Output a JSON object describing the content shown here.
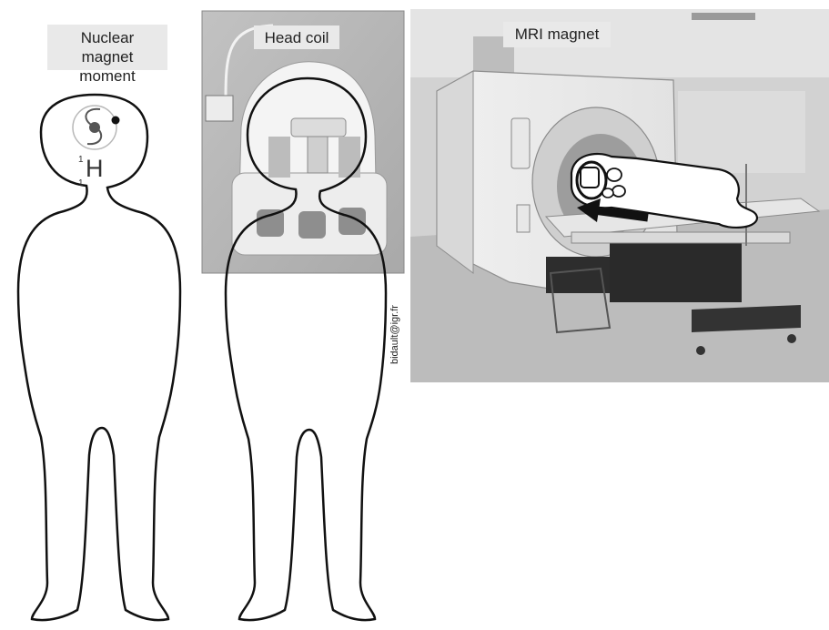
{
  "labels": {
    "nuclear_line1": "Nuclear",
    "nuclear_line2": "magnet moment",
    "head_coil": "Head coil",
    "mri_magnet": "MRI magnet",
    "credit": "bidault@igr.fr"
  },
  "hydrogen": {
    "symbol": "H",
    "mass_number": "1",
    "atomic_number": "1"
  },
  "colors": {
    "outline": "#111111",
    "label_bg": "#e9e9e9",
    "photo_bg": "#cfcfcf"
  }
}
